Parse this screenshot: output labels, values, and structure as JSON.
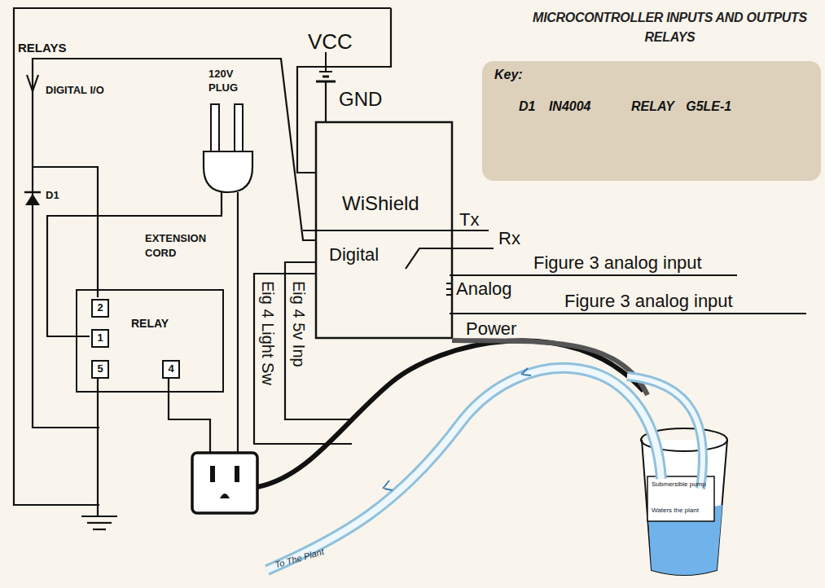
{
  "diagram": {
    "title": "MICROCONTROLLER INPUTS AND OUTPUTS RELAYS",
    "nodes": [
      {
        "text": [
          "Key:",
          "D1 IN4004",
          "RELAY G5LE-1"
        ]
      },
      {
        "text": [
          "RELAY"
        ]
      },
      {
        "text": [
          "2"
        ],
        "in": 1
      },
      {
        "text": [
          "1"
        ],
        "in": 1
      },
      {
        "text": [
          "5"
        ],
        "in": 1
      },
      {
        "text": [
          "4"
        ],
        "in": 1
      },
      {
        "text": [
          "WiShield",
          "Digital"
        ]
      },
      {
        "text": [
          "Submersible pump"
        ]
      }
    ],
    "labels": [
      "RELAYS",
      "DIGITAL I/O",
      "120V PLUG",
      "VCC",
      "GND",
      "D1",
      "EXTENSION CORD",
      "Tx",
      "Rx",
      "Figure 3 analog input",
      "Analog",
      "Figure 3 analog input",
      "Power",
      "Eig 4 5v Inp",
      "Eig 4 Light Sw",
      "To The Plant",
      "Waters the plant"
    ]
  }
}
